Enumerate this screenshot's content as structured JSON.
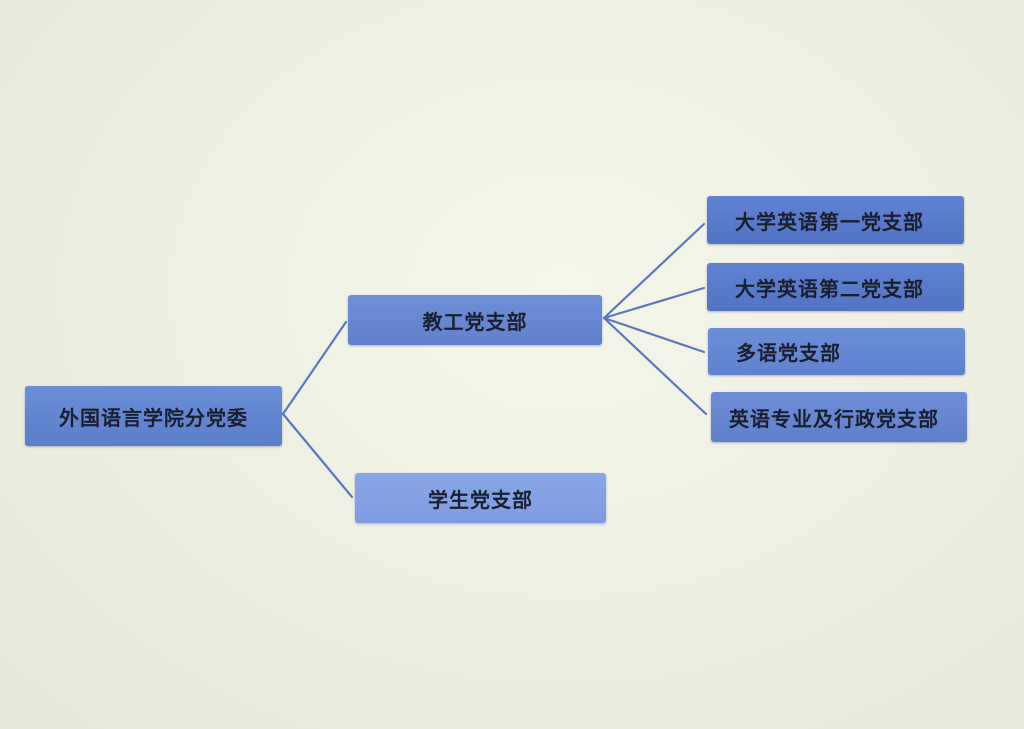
{
  "diagram": {
    "root": {
      "label": "外国语言学院分党委"
    },
    "branches": [
      {
        "label": "教工党支部",
        "children": [
          {
            "label": "大学英语第一党支部"
          },
          {
            "label": "大学英语第二党支部"
          },
          {
            "label": "多语党支部"
          },
          {
            "label": "英语专业及行政党支部"
          }
        ]
      },
      {
        "label": "学生党支部",
        "children": []
      }
    ]
  },
  "colors": {
    "node_fill": "#5f80cc",
    "node_fill_light": "#7d9be0",
    "connector": "#5a78c0",
    "text": "#1a1f2e",
    "background": "#eef0e3"
  }
}
